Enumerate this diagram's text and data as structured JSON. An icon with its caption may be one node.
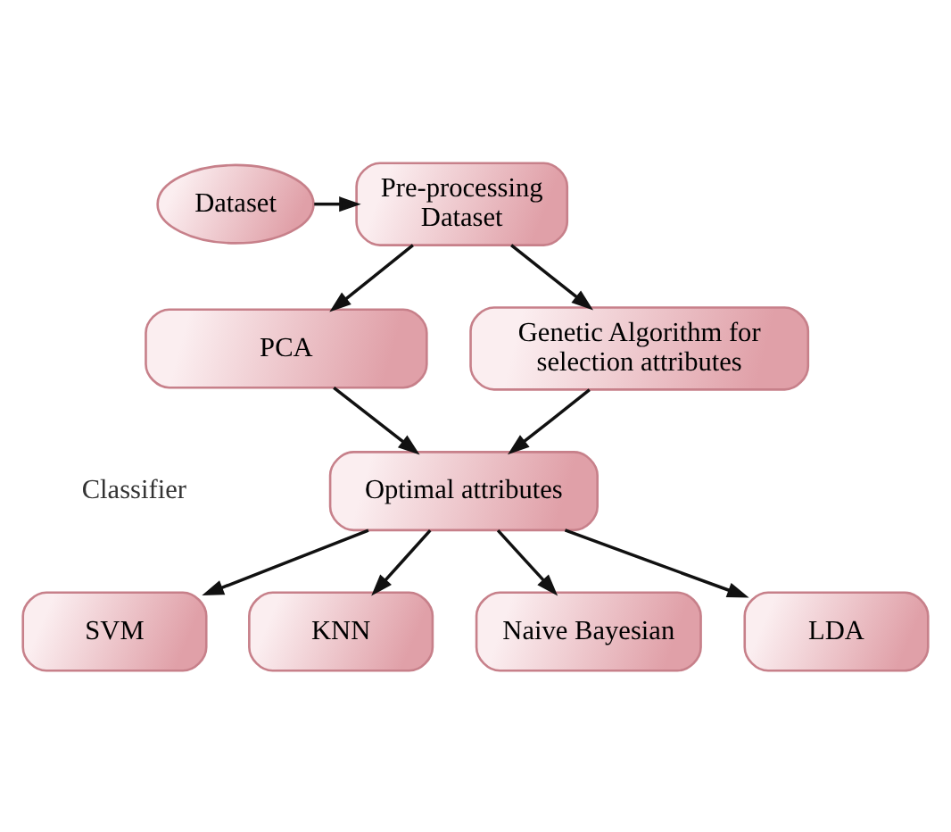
{
  "diagram": {
    "nodes": [
      {
        "text": [
          "Dataset"
        ]
      },
      {
        "text": [
          "Pre-processing Dataset"
        ]
      },
      {
        "text": [
          "PCA"
        ]
      },
      {
        "text": [
          "Genetic Algorithm for selection attributes"
        ]
      },
      {
        "text": [
          "SVM"
        ]
      },
      {
        "text": [
          "KNN"
        ]
      },
      {
        "text": [
          "Optimal attributes"
        ]
      },
      {
        "text": [
          "Naive Bayesian"
        ]
      },
      {
        "text": [
          "LDA"
        ]
      }
    ],
    "edges": [
      {
        "from": 0,
        "to": 1,
        "arrow": "to"
      },
      {
        "from": 1,
        "to": 2,
        "arrow": "to"
      },
      {
        "from": 1,
        "to": 3,
        "arrow": "to"
      },
      {
        "from": 2,
        "to": 6,
        "arrow": "to"
      },
      {
        "from": 3,
        "to": 6,
        "arrow": "to"
      },
      {
        "from": 6,
        "to": 4,
        "arrow": "to"
      },
      {
        "from": 6,
        "to": 5,
        "arrow": "to"
      },
      {
        "from": 6,
        "to": 7,
        "arrow": "to"
      },
      {
        "from": 6,
        "to": 8,
        "arrow": "to"
      }
    ],
    "labels": [
      "Classifier"
    ]
  }
}
